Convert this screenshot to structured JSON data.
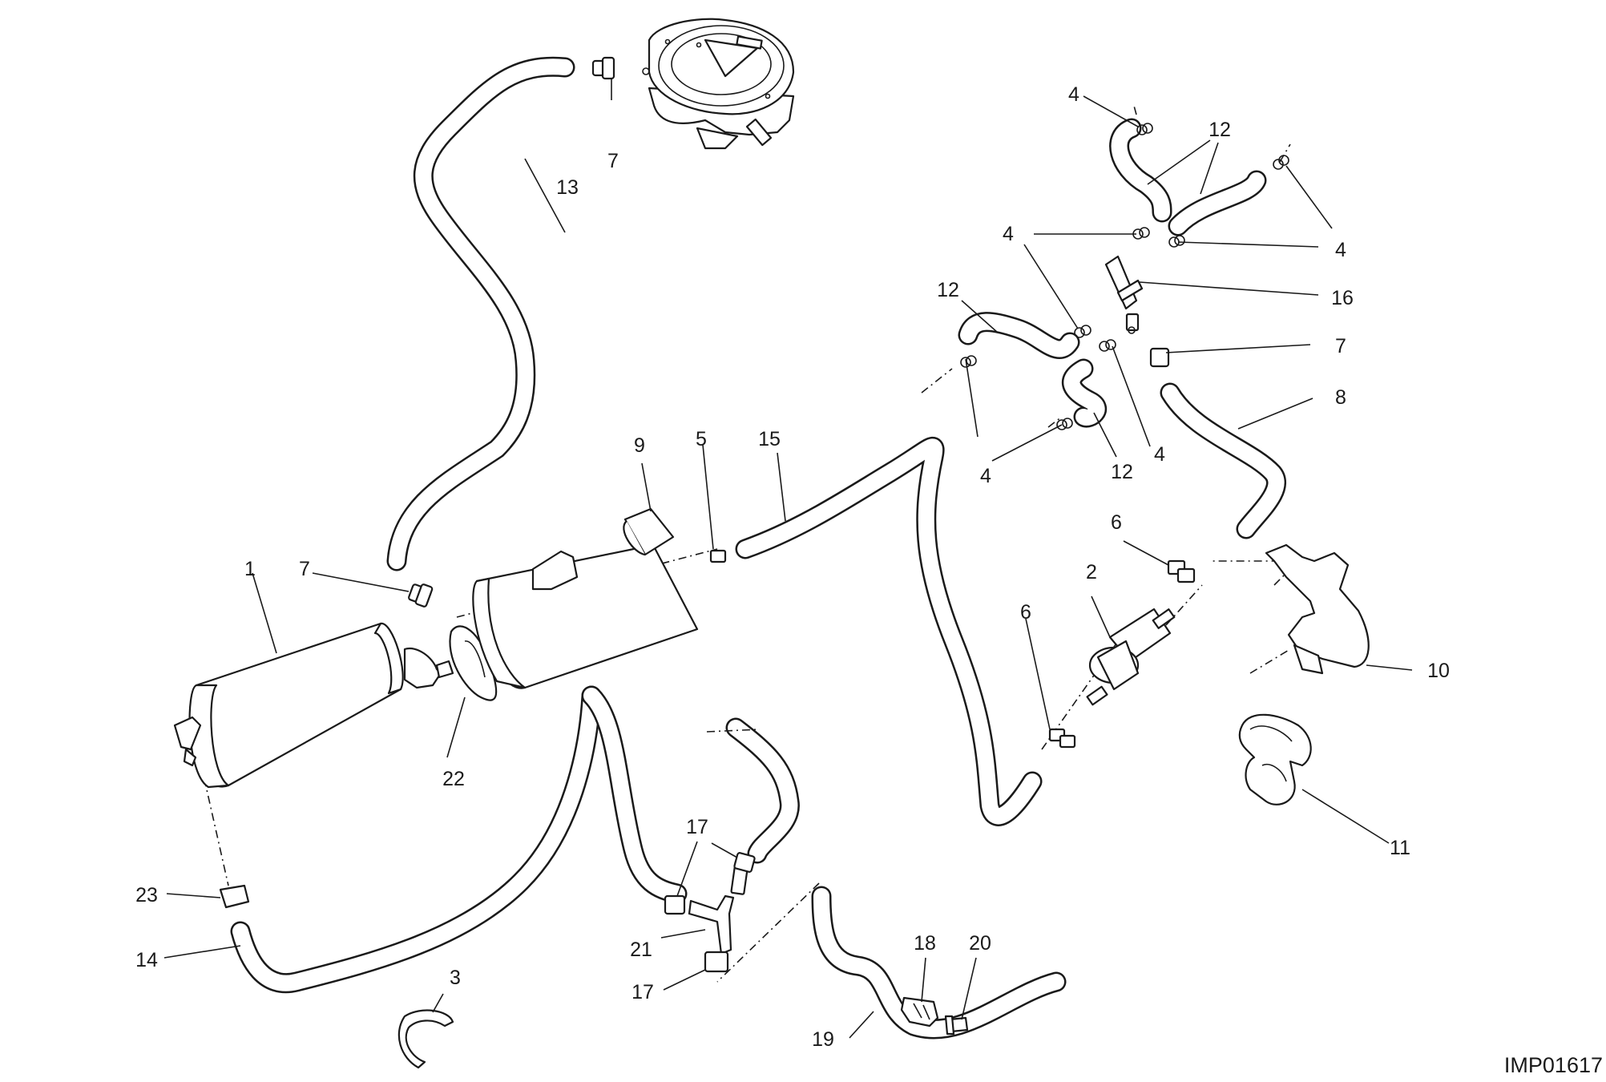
{
  "diagram": {
    "code": "IMP01617",
    "callouts": [
      "1",
      "2",
      "3",
      "4",
      "5",
      "6",
      "7",
      "8",
      "9",
      "10",
      "11",
      "12",
      "13",
      "14",
      "15",
      "16",
      "17",
      "18",
      "19",
      "20",
      "21",
      "22",
      "23"
    ]
  }
}
